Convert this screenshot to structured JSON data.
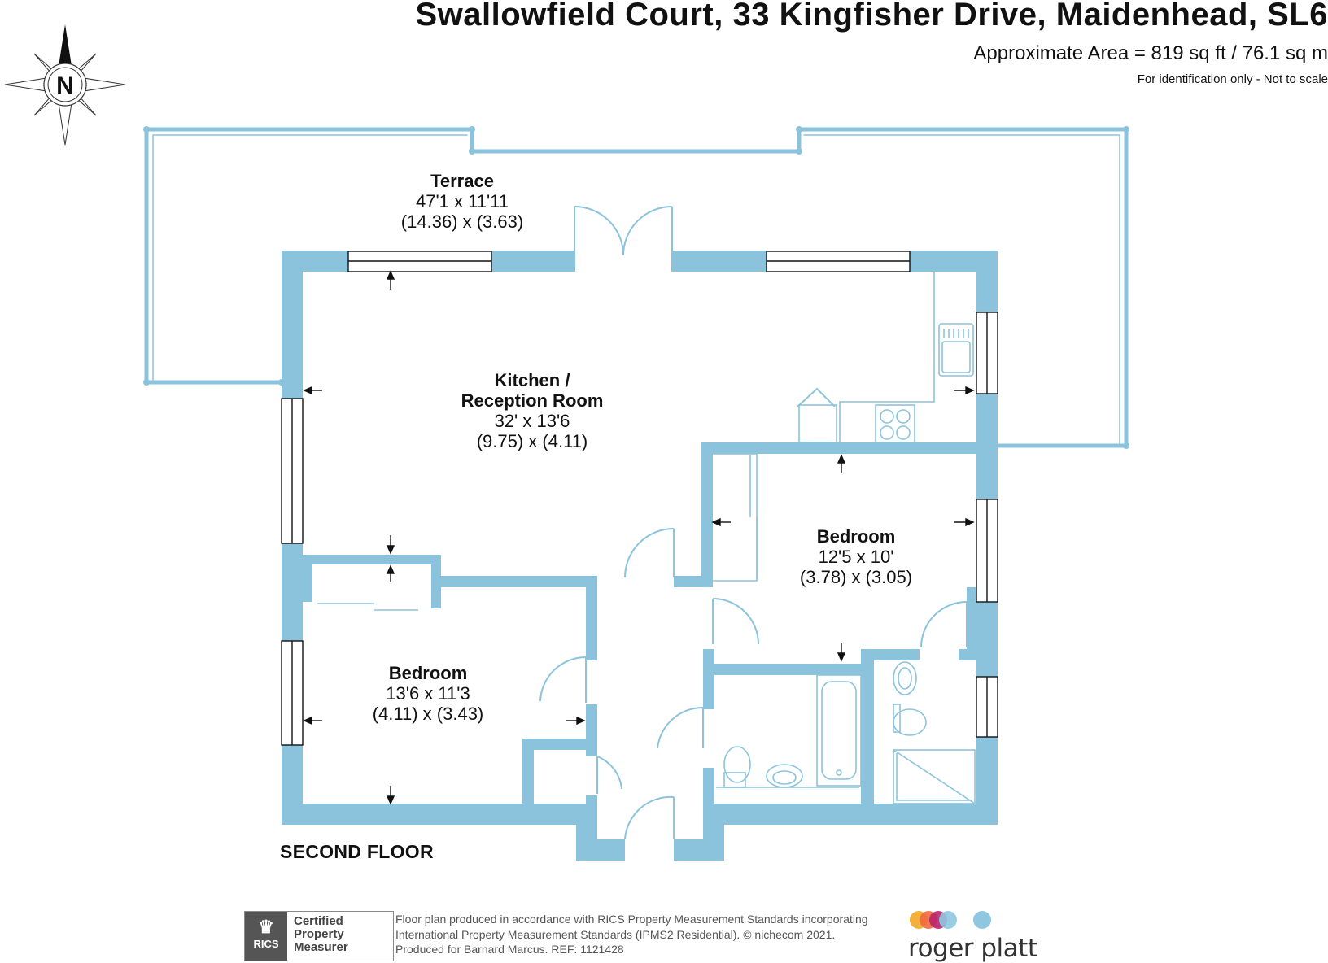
{
  "header": {
    "title": "Swallowfield Court, 33 Kingfisher Drive, Maidenhead, SL6",
    "area": "Approximate Area = 819 sq ft / 76.1 sq m",
    "identification": "For identification only - Not to scale"
  },
  "compass": {
    "label": "N"
  },
  "rooms": {
    "terrace": {
      "name": "Terrace",
      "size_imperial": "47'1 x 11'11",
      "size_metric": "(14.36) x (3.63)"
    },
    "kitchen": {
      "name_line1": "Kitchen /",
      "name_line2": "Reception Room",
      "size_imperial": "32' x 13'6",
      "size_metric": "(9.75) x (4.11)"
    },
    "bedroom_right": {
      "name": "Bedroom",
      "size_imperial": "12'5 x 10'",
      "size_metric": "(3.78) x (3.05)"
    },
    "bedroom_left": {
      "name": "Bedroom",
      "size_imperial": "13'6 x 11'3",
      "size_metric": "(4.11) x (3.43)"
    }
  },
  "floor_label": "SECOND FLOOR",
  "footer": {
    "rics_badge": {
      "logo_text": "RICS",
      "line1": "Certified",
      "line2": "Property",
      "line3": "Measurer"
    },
    "disclaimer": {
      "line1": "Floor plan produced in accordance with RICS Property Measurement Standards incorporating",
      "line2": "International Property Measurement Standards (IPMS2 Residential).  © nichecom 2021.",
      "line3": "Produced for Barnard Marcus.   REF:  1121428"
    },
    "brand": {
      "name": "roger platt",
      "dot_colors": [
        "#f2b13a",
        "#ef6a3f",
        "#b9246a",
        "#8fc6e0",
        "#8fc6e0"
      ]
    }
  },
  "colors": {
    "wall": "#8cc3dc",
    "terrace_line": "#8cc3dc",
    "fixture": "#8cc3dc"
  }
}
